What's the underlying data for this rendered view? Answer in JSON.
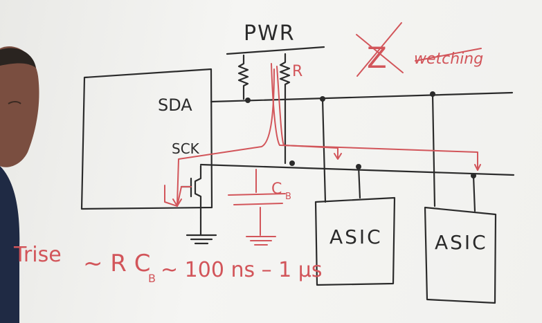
{
  "labels": {
    "pwr": "PWR",
    "sda": "SDA",
    "sck": "SCK",
    "resistor": "R",
    "crossed": "Z",
    "crossed_word": "wetching",
    "cap": "C",
    "cap_sub": "B",
    "asic1": "ASIC",
    "asic2": "ASIC",
    "equation_left": "Trise",
    "equation_mid": "~ R C",
    "equation_sub": "B",
    "equation_right": "~ 100 ns – 1 μs"
  },
  "colors": {
    "ink_black": "#2b2b2b",
    "ink_red": "#d2555a",
    "board": "#f2f2f0",
    "skin": "#8a5a4a",
    "shirt": "#2a3550"
  }
}
